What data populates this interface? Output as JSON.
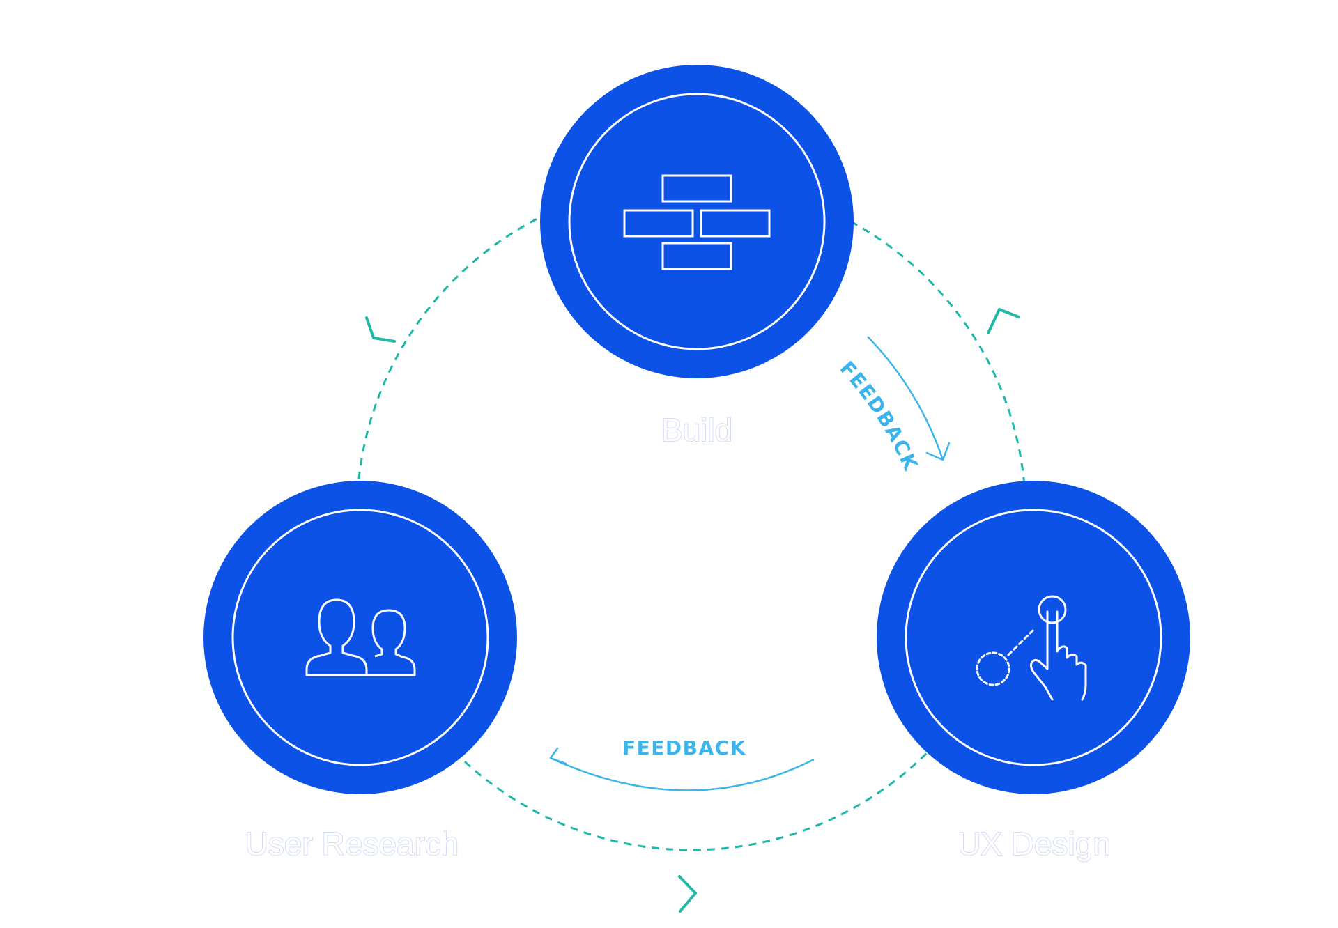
{
  "nodes": {
    "build": {
      "label": "Build",
      "icon": "bricks-icon"
    },
    "ux_design": {
      "label": "UX Design",
      "icon": "tap-gesture-icon"
    },
    "user_research": {
      "label": "User Research",
      "icon": "users-icon"
    }
  },
  "feedback": {
    "right": {
      "label": "FEEDBACK"
    },
    "bottom": {
      "label": "FEEDBACK"
    }
  },
  "colors": {
    "node_fill": "#0d52e6",
    "node_ring": "#ffffff",
    "cycle_dash": "#1fb8a8",
    "cycle_arrow": "#22b8a6",
    "feedback": "#3ab4ea",
    "label_outline": "#c9d3f7"
  }
}
